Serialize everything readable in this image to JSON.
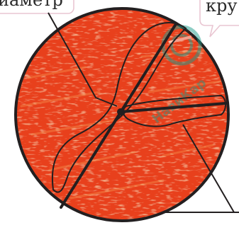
{
  "labels": {
    "diameter_fragment": "иаметр",
    "circle_fragment": "кру"
  },
  "watermark": {
    "text": "НавиКар"
  },
  "colors": {
    "disc": "#e8401c",
    "disc_highlight": "#f7a35a",
    "outline": "#231f20",
    "callout_border": "#e9c6d2",
    "watermark": "#1f9e8c"
  },
  "icons": {
    "watermark_logo": "logo-icon"
  }
}
